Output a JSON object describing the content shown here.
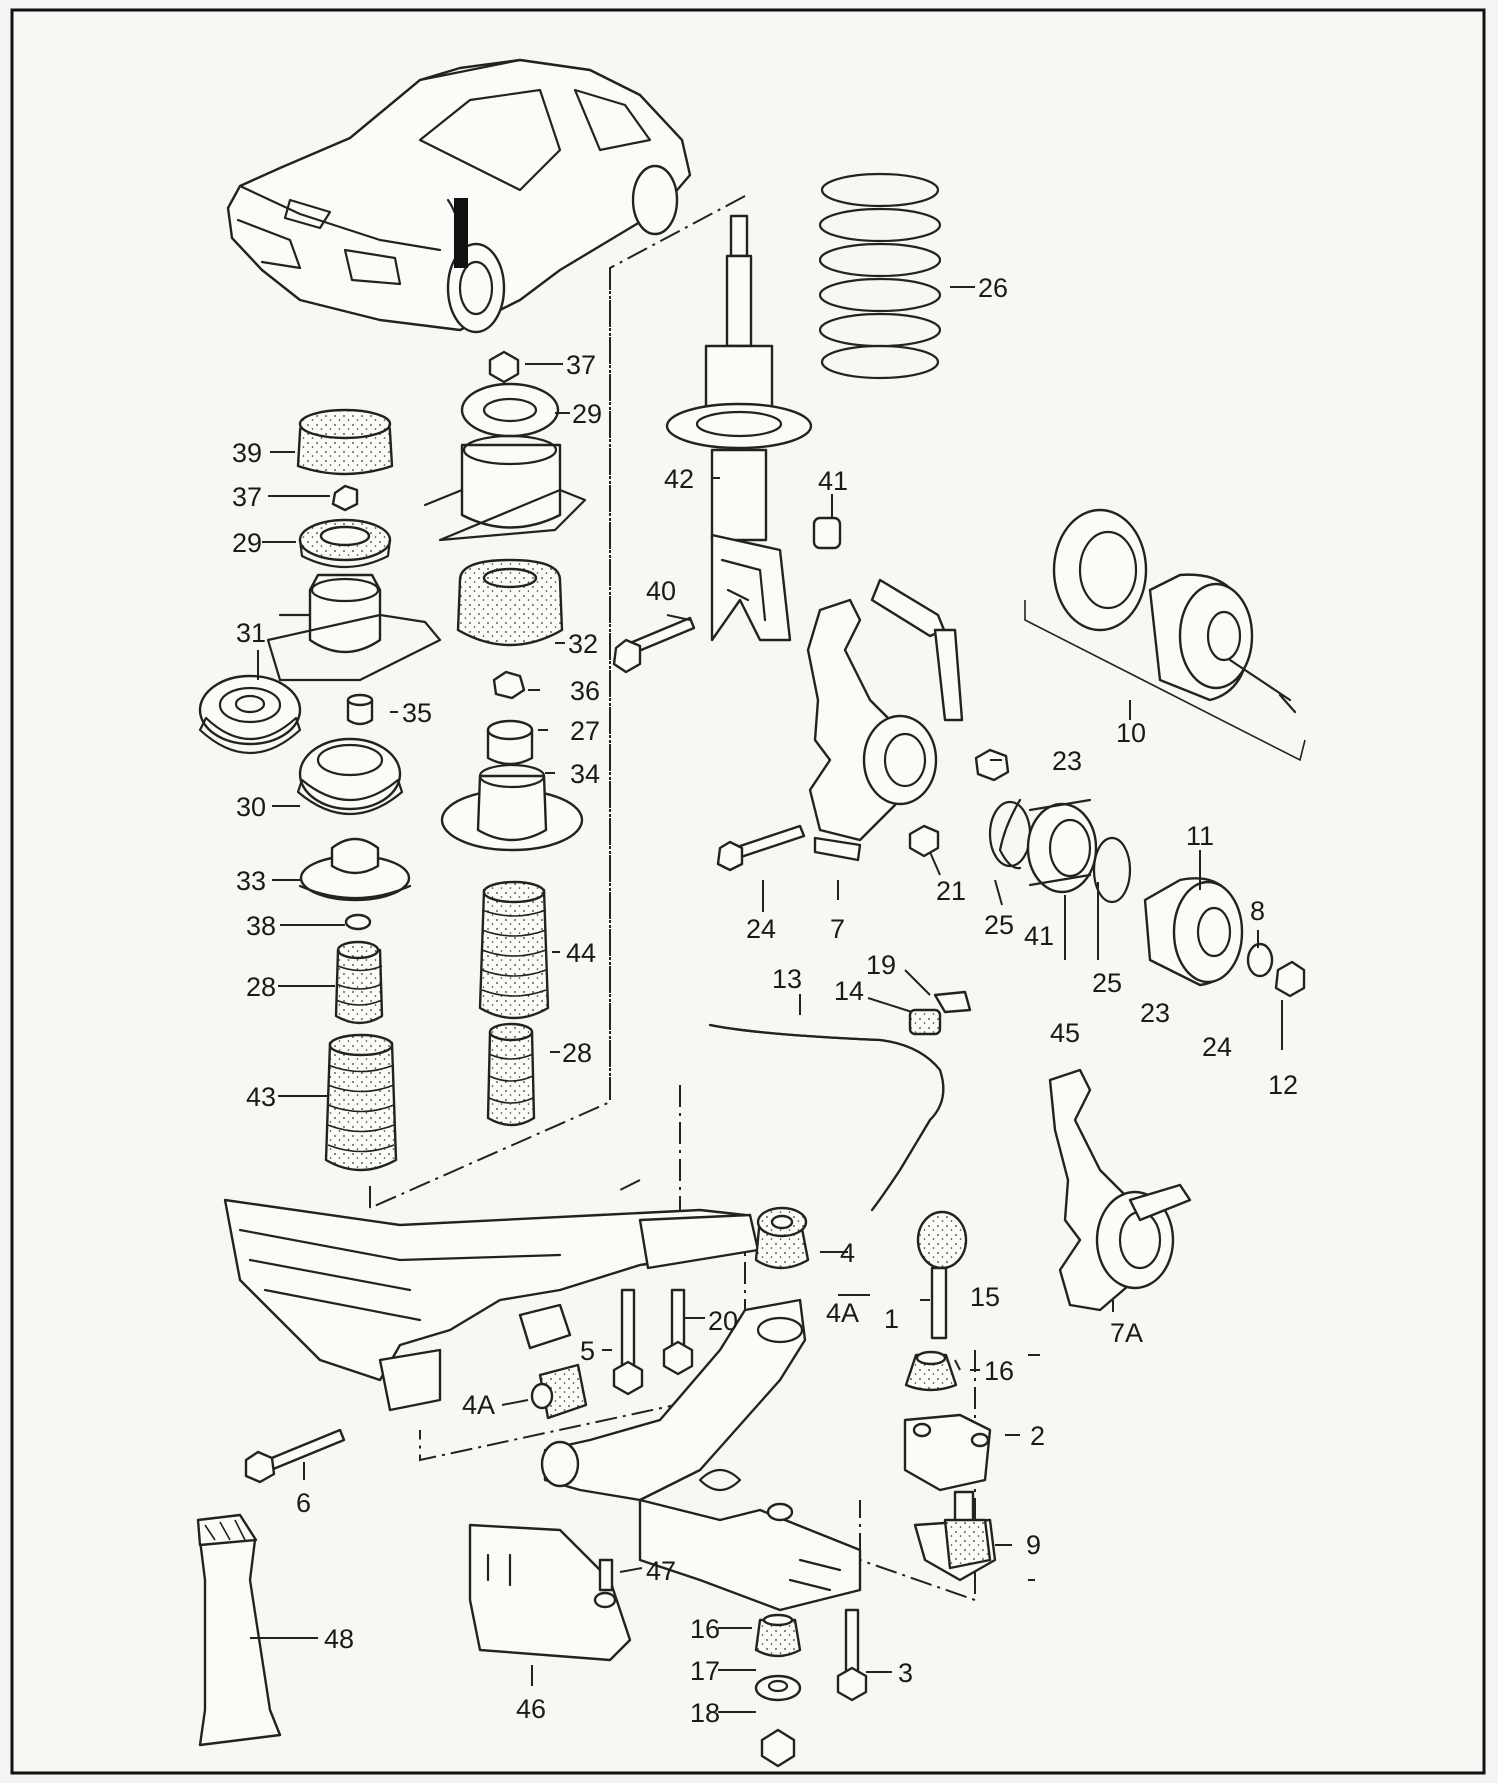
{
  "diagram": {
    "callouts": [
      "37",
      "29",
      "26",
      "39",
      "37",
      "29",
      "42",
      "41",
      "40",
      "31",
      "32",
      "35",
      "36",
      "27",
      "34",
      "30",
      "33",
      "38",
      "44",
      "28",
      "43",
      "28",
      "10",
      "23",
      "11",
      "8",
      "21",
      "25",
      "41",
      "25",
      "24",
      "7",
      "23",
      "24",
      "45",
      "12",
      "13",
      "19",
      "14",
      "4",
      "4A",
      "1",
      "15",
      "20",
      "5",
      "16",
      "4A",
      "2",
      "6",
      "7A",
      "9",
      "47",
      "48",
      "46",
      "16",
      "17",
      "18",
      "3"
    ]
  }
}
